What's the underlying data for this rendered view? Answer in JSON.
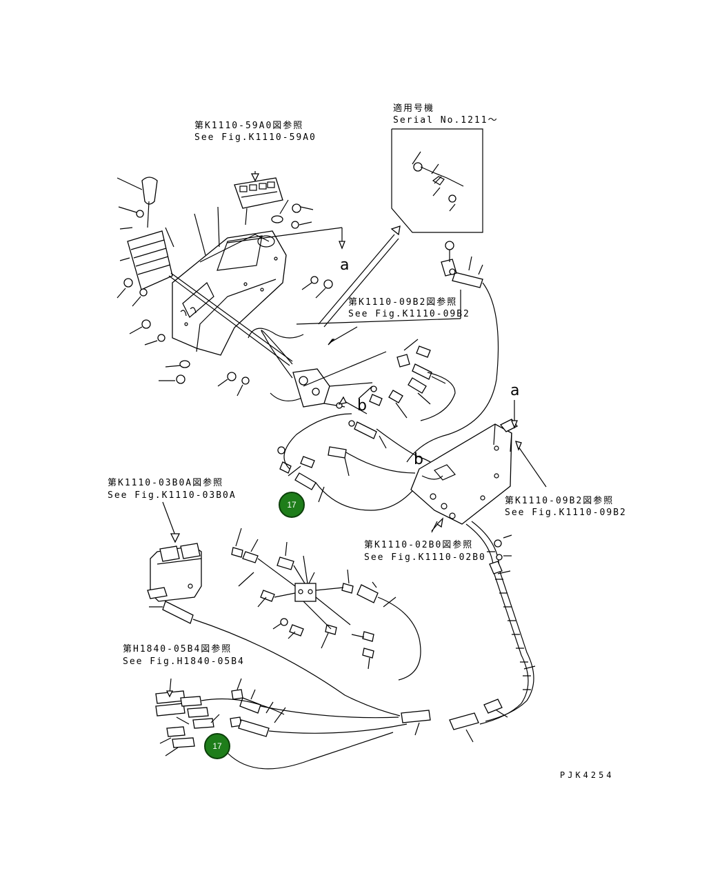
{
  "refs": {
    "monitor": {
      "jp": "第K1110-59A0図参照",
      "en": "See Fig.K1110-59A0"
    },
    "serial": {
      "jp": "適用号機",
      "en": "Serial No.1211～"
    },
    "bracket_top": {
      "jp": "第K1110-09B2図参照",
      "en": "See Fig.K1110-09B2"
    },
    "bracket_right": {
      "jp": "第K1110-09B2図参照",
      "en": "See Fig.K1110-09B2"
    },
    "valve": {
      "jp": "第K1110-03B0A図参照",
      "en": "See Fig.K1110-03B0A"
    },
    "plate": {
      "jp": "第K1110-02B0図参照",
      "en": "See Fig.K1110-02B0"
    },
    "control_valve": {
      "jp": "第H1840-05B4図参照",
      "en": "See Fig.H1840-05B4"
    }
  },
  "view_markers": {
    "a_top": "a",
    "a_right": "a",
    "b_mid": "b",
    "b_right": "b"
  },
  "callouts": [
    {
      "id": "callout-17-upper",
      "label": "17"
    },
    {
      "id": "callout-17-lower",
      "label": "17"
    }
  ],
  "drawing_code": "PJK4254",
  "colors": {
    "callout_fill": "#1e7d1a",
    "line": "#000000",
    "background": "#ffffff"
  }
}
